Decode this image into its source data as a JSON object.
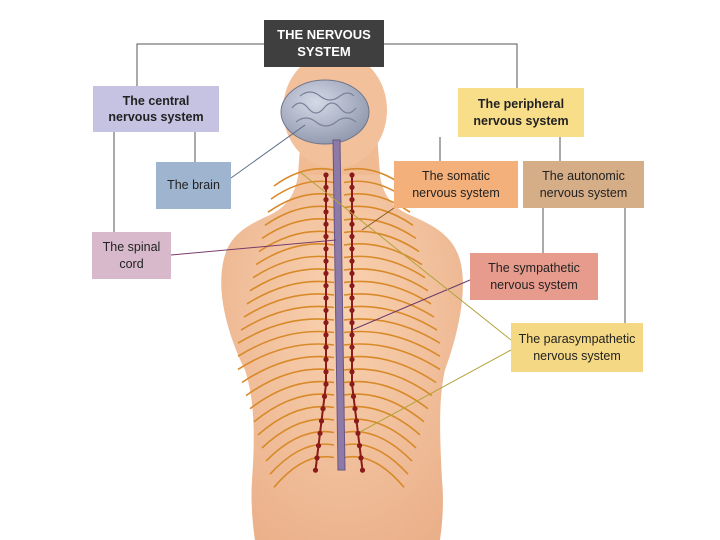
{
  "title": "THE NERVOUS\nSYSTEM",
  "central": {
    "label": "The central\nnervous system",
    "brain": "The brain",
    "spinal_cord": "The spinal\ncord"
  },
  "peripheral": {
    "label": "The peripheral\nnervous system",
    "somatic": "The somatic\nnervous system",
    "autonomic": "The autonomic\nnervous system",
    "sympathetic": "The sympathetic\nnervous system",
    "parasympathetic": "The parasympathetic\nnervous system"
  },
  "colors": {
    "root": "#3f3f3f",
    "central": "#c6c3e2",
    "peripheral": "#f9de8a",
    "brain": "#9fb4cf",
    "somatic": "#f3b07a",
    "autonomic": "#d5ad87",
    "spinal_cord": "#d7b9cb",
    "sympathetic": "#e79b8c",
    "parasympathetic": "#f5d883",
    "skin": "#f6c7a0",
    "nerve": "#8b1a1a"
  }
}
